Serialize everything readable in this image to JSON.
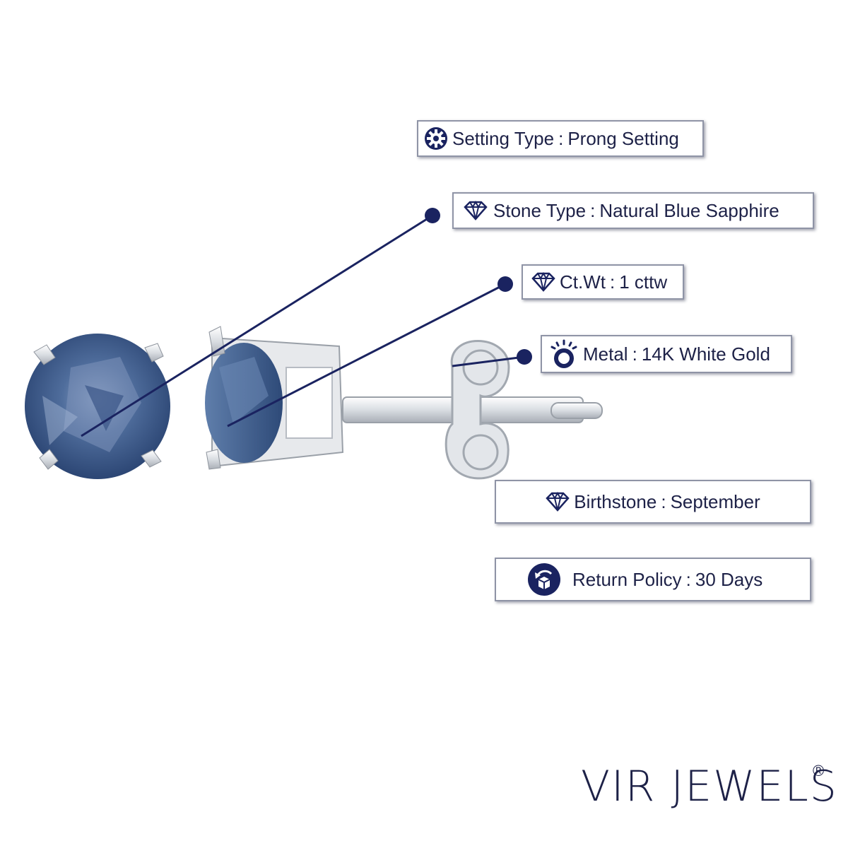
{
  "theme": {
    "accent": "#1a2360",
    "text": "#1d2147",
    "border": "#8f94a6"
  },
  "specs": [
    {
      "label": "Setting Type",
      "value": "Prong Setting",
      "icon": "gear-icon"
    },
    {
      "label": "Stone Type",
      "value": "Natural Blue Sapphire",
      "icon": "diamond-icon"
    },
    {
      "label": "Ct.Wt",
      "value": "1 cttw",
      "icon": "diamond-icon"
    },
    {
      "label": "Metal",
      "value": "14K White Gold",
      "icon": "ring-icon"
    },
    {
      "label": "Birthstone",
      "value": "September",
      "icon": "diamond-icon"
    },
    {
      "label": "Return Policy",
      "value": "30 Days",
      "icon": "return-box-icon"
    }
  ],
  "separator": ":",
  "brand": {
    "name": "VIR JEWELS",
    "mark": "®"
  }
}
